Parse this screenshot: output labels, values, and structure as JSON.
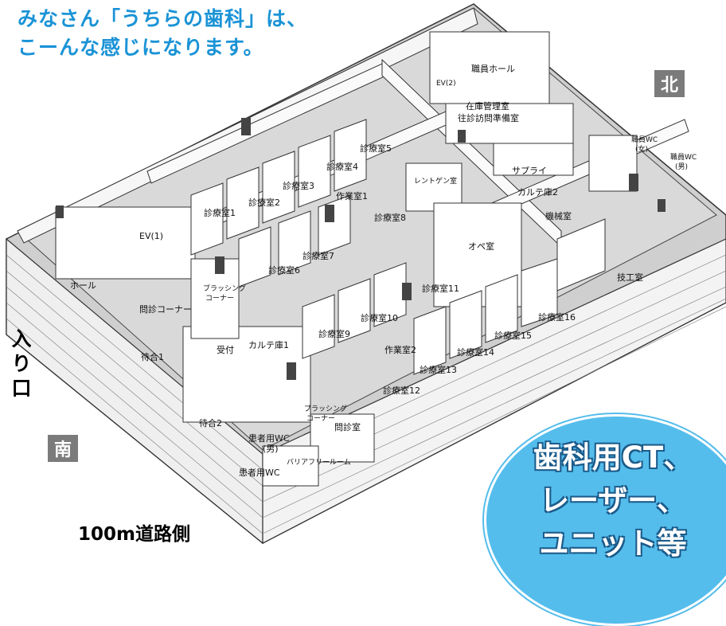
{
  "heading": {
    "line1": "みなさん「うちらの歯科」は、",
    "line2": "こーんな感じになります。"
  },
  "compass": {
    "north": "北",
    "south": "南"
  },
  "entrance": {
    "line1": "入り",
    "line2": "口"
  },
  "road_label": "100m道路側",
  "callout": {
    "line1": "歯科用CT、",
    "line2": "レーザー、",
    "line3": "ユニット等"
  },
  "rooms": {
    "staff_hall": "職員ホール",
    "ev2": "EV(2)",
    "inventory": "在庫管理室",
    "visit_prep": "往診訪問準備室",
    "staff_wc_f": "職員WC",
    "staff_wc_f_sub": "(女)",
    "staff_wc_m": "職員WC",
    "staff_wc_m_sub": "(男)",
    "supply": "サプライ",
    "chart_room2": "カルテ庫2",
    "machine_room": "機械室",
    "tech_room": "技工室",
    "exam5": "診療室5",
    "exam4": "診療室4",
    "exam3": "診療室3",
    "exam2": "診療室2",
    "exam1": "診療室1",
    "workroom1": "作業室1",
    "xray": "レントゲン室",
    "exam8": "診療室8",
    "exam7": "診療室7",
    "exam6": "診療室6",
    "ev1": "EV(1)",
    "hall": "ホール",
    "consult_corner": "問診コーナー",
    "brushing1": "ブラッシング",
    "brushing1_sub": "コーナー",
    "op_room": "オペ室",
    "exam11": "診療室11",
    "exam10": "診療室10",
    "exam9": "診療室9",
    "workroom2": "作業室2",
    "exam16": "診療室16",
    "exam15": "診療室15",
    "exam14": "診療室14",
    "exam13": "診療室13",
    "exam12": "診療室12",
    "waiting1": "待合1",
    "reception": "受付",
    "chart_room1": "カルテ庫1",
    "waiting2": "待合2",
    "brushing2": "ブラッシング",
    "brushing2_sub": "コーナー",
    "consult_room": "問診室",
    "patient_wc_m": "患者用WC",
    "patient_wc_m_sub": "(男)",
    "patient_wc_f": "患者用WC",
    "barrier_free": "バリアフリールーム"
  }
}
